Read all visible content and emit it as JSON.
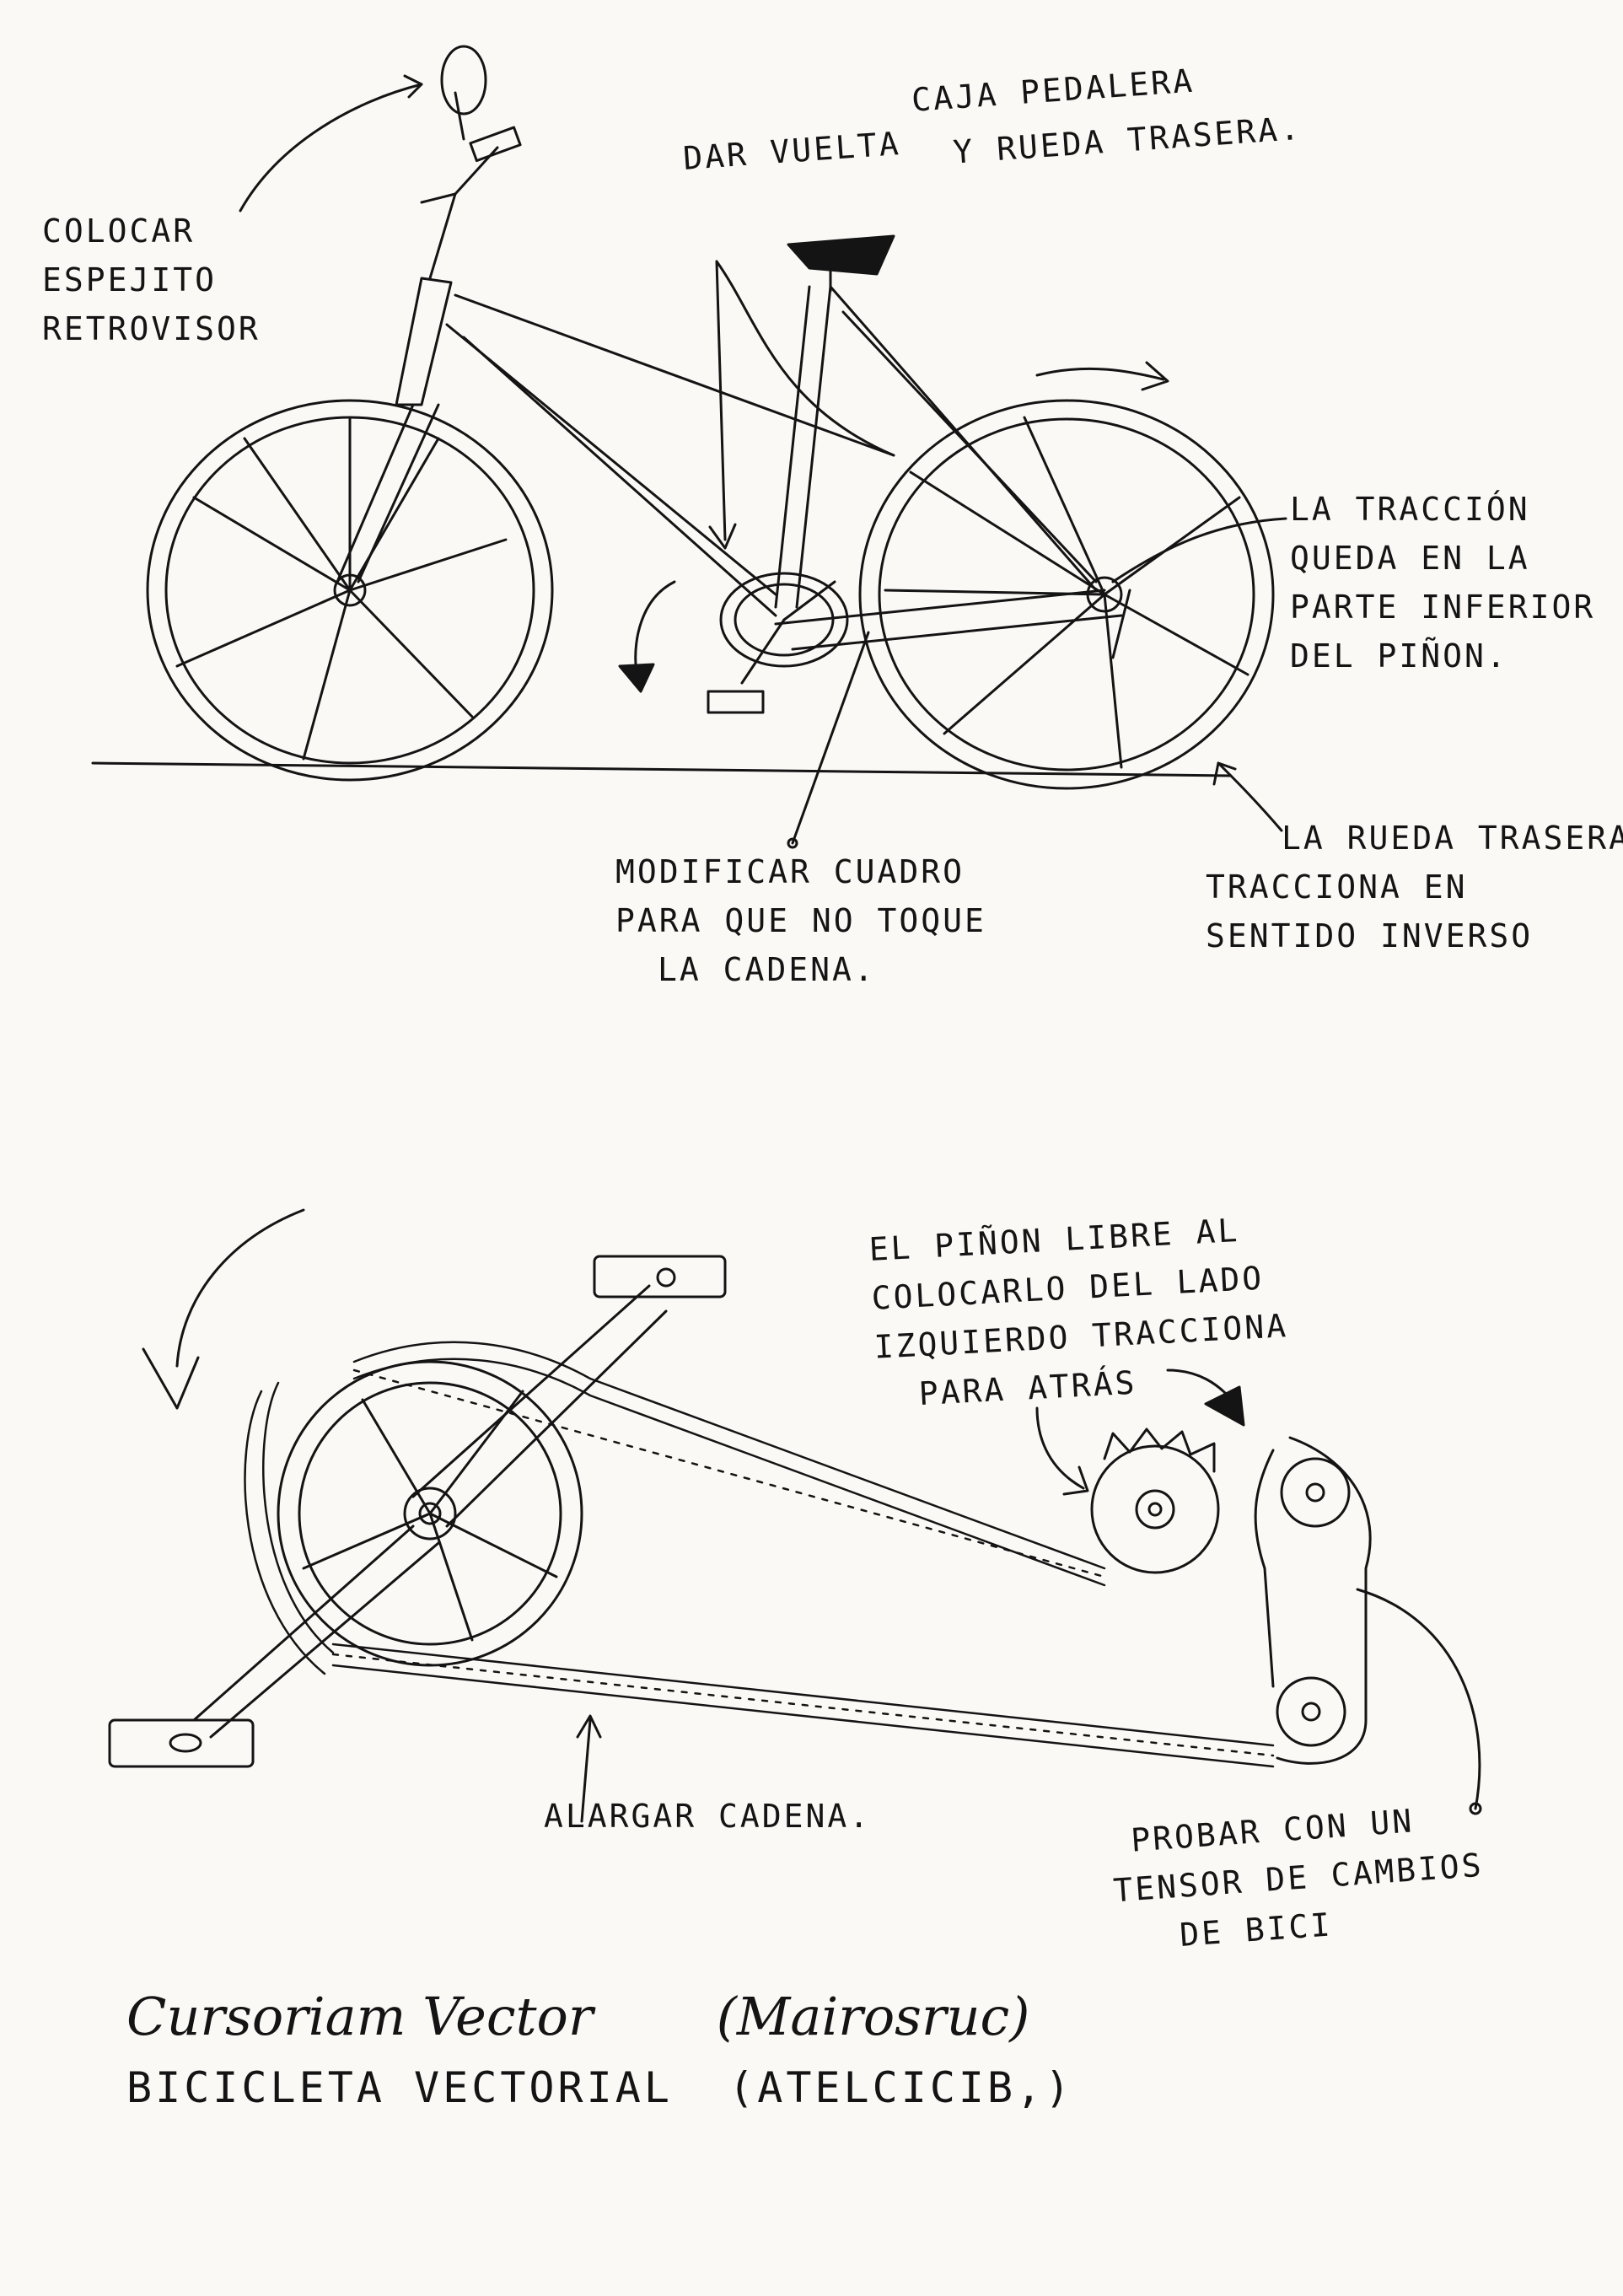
{
  "top_notes": {
    "mirror": [
      "COLOCAR",
      "ESPEJITO",
      "RETROVISOR"
    ],
    "crank_turn": [
      "DAR VUELTA",
      "CAJA PEDALERA",
      "Y RUEDA TRASERA."
    ],
    "traction_bottom": [
      "LA TRACCIÓN",
      "QUEDA EN LA",
      "PARTE INFERIOR",
      "DEL PIÑON."
    ],
    "frame": [
      "MODIFICAR CUADRO",
      "PARA QUE NO TOQUE",
      "LA CADENA."
    ],
    "reverse": [
      "LA RUEDA TRASERA",
      "TRACCIONA EN",
      "SENTIDO INVERSO"
    ]
  },
  "bottom_notes": {
    "freewheel": [
      "EL PIÑON LIBRE AL",
      "COLOCARLO DEL LADO",
      "IZQUIERDO TRACCIONA",
      "PARA ATRÁS"
    ],
    "chain": "ALARGAR CADENA.",
    "tensioner": [
      "PROBAR CON UN",
      "TENSOR DE CAMBIOS",
      "DE BICI"
    ]
  },
  "title": {
    "line1_left": "Cursoriam Vector",
    "line1_right": "(Mairosruc)",
    "line2_left": "BICICLETA VECTORIAL",
    "line2_right": "(ATELCICIB,)"
  }
}
